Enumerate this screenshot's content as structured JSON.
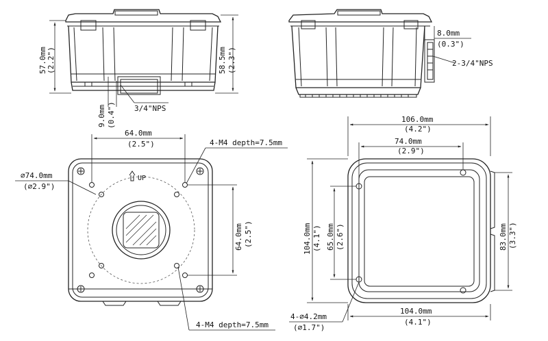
{
  "front_view": {
    "height_mm": "57.0mm",
    "height_in": "(2.2\")",
    "inner_height_mm": "58.5mm",
    "inner_height_in": "(2.3\")",
    "port_offset_mm": "9.0mm",
    "port_offset_in": "(0.4\")",
    "port_thread": "3/4\"NPS"
  },
  "side_view": {
    "offset_mm": "8.0mm",
    "offset_in": "(0.3\")",
    "port_thread": "2-3/4\"NPS"
  },
  "bottom_view": {
    "hole_spacing_mm": "64.0mm",
    "hole_spacing_in": "(2.5\")",
    "vertical_spacing_mm": "64.0mm",
    "vertical_spacing_in": "(2.5\")",
    "circle_diameter_mm": "∅74.0mm",
    "circle_diameter_in": "(∅2.9\")",
    "up_label": "UP",
    "thread_top": "4-M4 depth=7.5mm",
    "thread_bottom": "4-M4 depth=7.5mm"
  },
  "top_view": {
    "outer_width_mm": "106.0mm",
    "outer_width_in": "(4.2\")",
    "inner_width_mm": "74.0mm",
    "inner_width_in": "(2.9\")",
    "outer_height_mm": "104.0mm",
    "outer_height_in": "(4.1\")",
    "inner_height_mm": "65.0mm",
    "inner_height_in": "(2.6\")",
    "right_height_mm": "83.0mm",
    "right_height_in": "(3.3\")",
    "bottom_width_mm": "104.0mm",
    "bottom_width_in": "(4.1\")",
    "hole_diameter_mm": "4-∅4.2mm",
    "hole_diameter_in": "(∅1.7\")"
  }
}
